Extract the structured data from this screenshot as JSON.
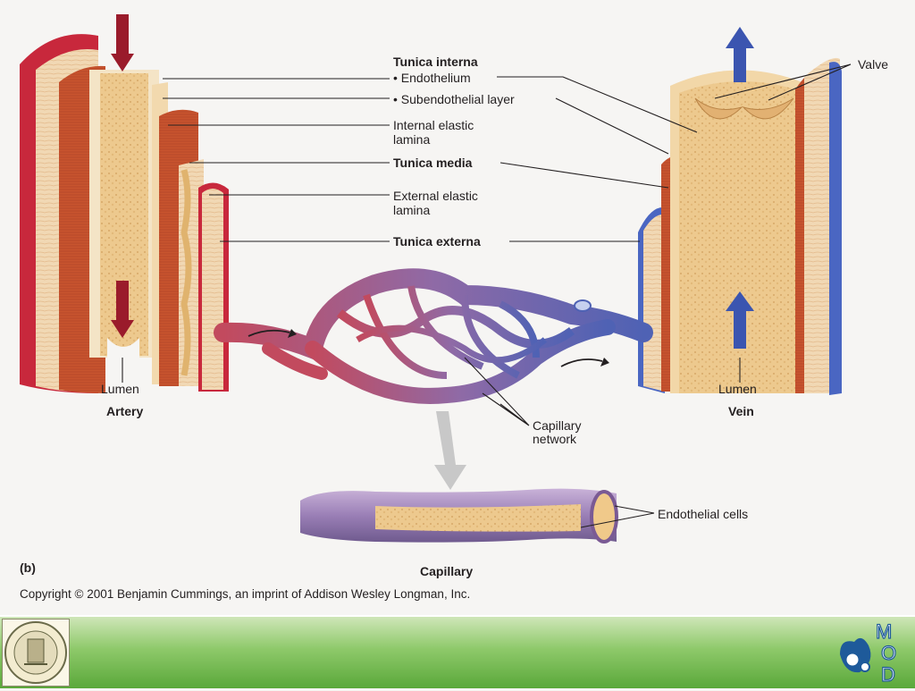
{
  "labels": {
    "tunica_interna": "Tunica interna",
    "endothelium": "• Endothelium",
    "subendothelial": "• Subendothelial layer",
    "internal_elastic_1": "Internal elastic",
    "internal_elastic_2": "lamina",
    "tunica_media": "Tunica media",
    "external_elastic_1": "External elastic",
    "external_elastic_2": "lamina",
    "tunica_externa": "Tunica externa",
    "valve": "Valve",
    "lumen_artery": "Lumen",
    "artery": "Artery",
    "lumen_vein": "Lumen",
    "vein": "Vein",
    "capillary_network_1": "Capillary",
    "capillary_network_2": "network",
    "endothelial_cells": "Endothelial cells",
    "panel": "(b)",
    "capillary": "Capillary"
  },
  "copyright": "Copyright © 2001 Benjamin Cummings, an imprint of Addison Wesley Longman, Inc.",
  "footer": {
    "logo_letters": [
      "M",
      "O",
      "D"
    ]
  },
  "colors": {
    "artery_red": "#c8283c",
    "media_orange": "#c8542e",
    "vein_blue": "#3b55b0",
    "interna_tan": "#e9c38a",
    "footer_green": "#6fb548"
  }
}
